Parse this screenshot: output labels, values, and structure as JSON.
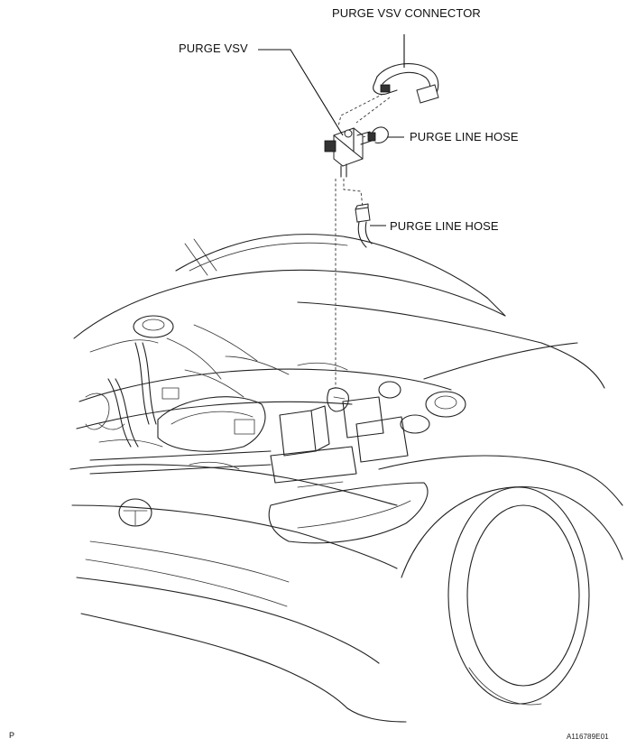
{
  "labels": {
    "purge_vsv_connector": "PURGE VSV CONNECTOR",
    "purge_vsv": "PURGE VSV",
    "purge_line_hose_upper": "PURGE LINE HOSE",
    "purge_line_hose_lower": "PURGE LINE HOSE"
  },
  "footer": {
    "left_mark": "P",
    "figure_code": "A116789E01"
  },
  "colors": {
    "line": "#222222",
    "background": "#ffffff"
  }
}
